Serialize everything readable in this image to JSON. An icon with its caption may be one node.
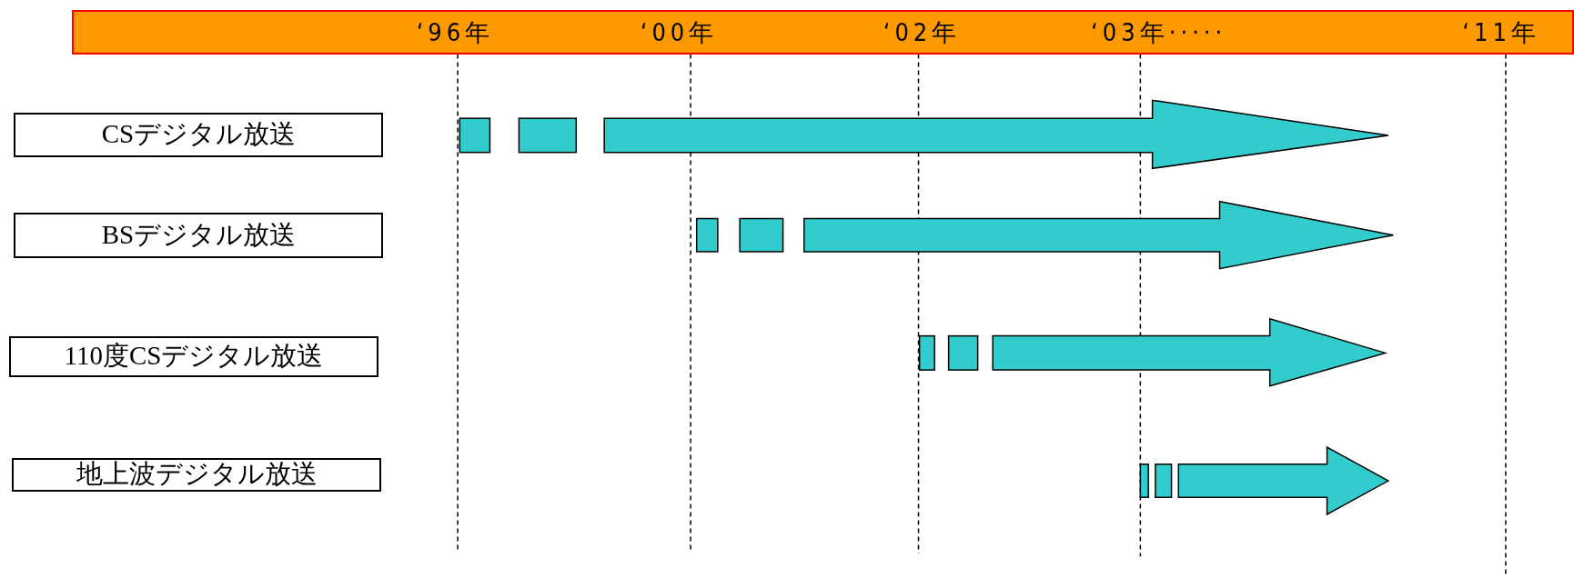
{
  "diagram": {
    "nodes": [
      {
        "text": [
          "CSデジタル放送"
        ]
      },
      {
        "text": [
          "BSデジタル放送"
        ]
      },
      {
        "text": [
          "110度CSデジタル放送"
        ]
      },
      {
        "text": [
          "地上波デジタル放送"
        ]
      }
    ],
    "labels": [
      "‘96年",
      "‘00年",
      "‘02年",
      "‘03年·····",
      "‘11年"
    ]
  }
}
